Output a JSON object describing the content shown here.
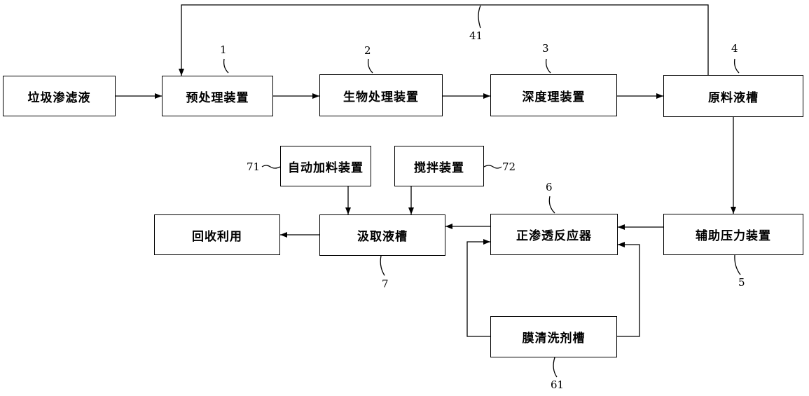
{
  "boxes": {
    "leachate": "垃圾渗滤液",
    "pretreatment": "预处理装置",
    "bio_treatment": "生物处理装置",
    "deep_treatment": "深度理装置",
    "raw_tank": "原料液槽",
    "auto_feed": "自动加料装置",
    "stirring": "搅拌装置",
    "recycle": "回收利用",
    "draw_tank": "汲取液槽",
    "fo_reactor": "正渗透反应器",
    "aux_pressure": "辅助压力装置",
    "membrane_cleaner": "膜清洗剂槽"
  },
  "refs": {
    "r1": "1",
    "r2": "2",
    "r3": "3",
    "r4": "4",
    "r41": "41",
    "r5": "5",
    "r6": "6",
    "r61": "61",
    "r7": "7",
    "r71": "71",
    "r72": "72"
  }
}
